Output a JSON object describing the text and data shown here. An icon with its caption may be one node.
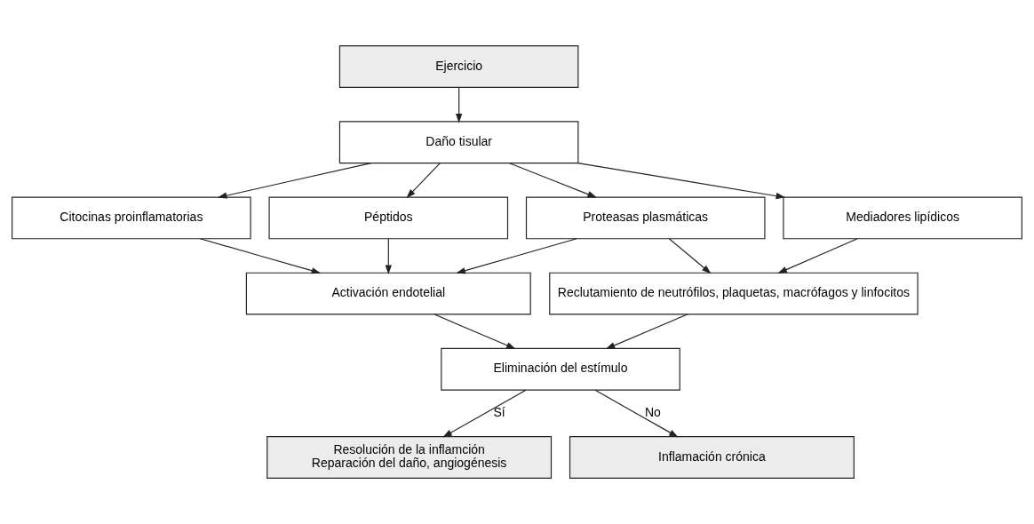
{
  "diagram": {
    "nodes": [
      {
        "text": [
          "Ejercicio"
        ]
      },
      {
        "text": [
          "Daño tisular"
        ]
      },
      {
        "text": [
          "Citocinas proinflamatorias"
        ]
      },
      {
        "text": [
          "Péptidos"
        ]
      },
      {
        "text": [
          "Proteasas plasmáticas"
        ]
      },
      {
        "text": [
          "Mediadores lipídicos"
        ]
      },
      {
        "text": [
          "Activación endotelial"
        ]
      },
      {
        "text": [
          "Reclutamiento de neutrófilos, plaquetas, macrófagos y linfocitos"
        ]
      },
      {
        "text": [
          "Eliminación del estímulo"
        ]
      },
      {
        "text": [
          "Resolución de la inflamción",
          "Reparación del daño, angiogénesis"
        ]
      },
      {
        "text": [
          "Inflamación crónica"
        ]
      }
    ],
    "edges": [
      {
        "from": 0,
        "to": 1,
        "arrow": "to"
      },
      {
        "from": 1,
        "to": 2,
        "arrow": "to"
      },
      {
        "from": 1,
        "to": 3,
        "arrow": "to"
      },
      {
        "from": 1,
        "to": 4,
        "arrow": "to"
      },
      {
        "from": 1,
        "to": 5,
        "arrow": "to"
      },
      {
        "from": 2,
        "to": 6,
        "arrow": "to"
      },
      {
        "from": 3,
        "to": 6,
        "arrow": "to"
      },
      {
        "from": 4,
        "to": 6,
        "arrow": "to"
      },
      {
        "from": 4,
        "to": 7,
        "arrow": "to"
      },
      {
        "from": 5,
        "to": 7,
        "arrow": "to"
      },
      {
        "from": 6,
        "to": 8,
        "arrow": "to"
      },
      {
        "from": 7,
        "to": 8,
        "arrow": "to"
      },
      {
        "from": 8,
        "to": 9,
        "arrow": "to",
        "label": "Sí"
      },
      {
        "from": 8,
        "to": 10,
        "arrow": "to",
        "label": "No"
      }
    ]
  }
}
